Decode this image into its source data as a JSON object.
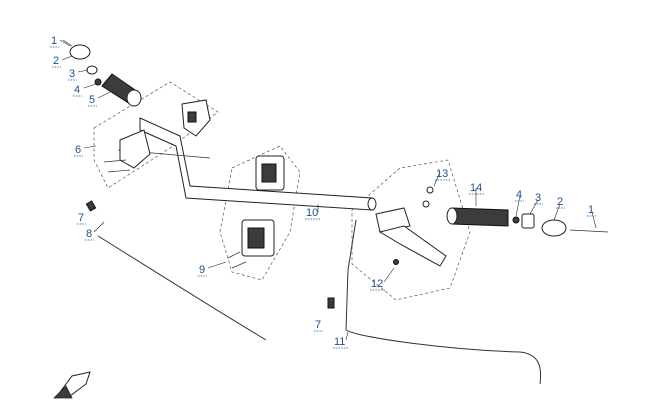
{
  "colors": {
    "callout": "#1f4f8f",
    "line": "#222222",
    "background": "#ffffff"
  },
  "callouts": [
    {
      "id": "c-left-1",
      "text": "1"
    },
    {
      "id": "c-left-2",
      "text": "2"
    },
    {
      "id": "c-left-3",
      "text": "3"
    },
    {
      "id": "c-left-4",
      "text": "4"
    },
    {
      "id": "c-left-5",
      "text": "5"
    },
    {
      "id": "c-left-6",
      "text": "6"
    },
    {
      "id": "c-left-7",
      "text": "7"
    },
    {
      "id": "c-left-8",
      "text": "8"
    },
    {
      "id": "c-9",
      "text": "9"
    },
    {
      "id": "c-10",
      "text": "10"
    },
    {
      "id": "c-11",
      "text": "11"
    },
    {
      "id": "c-12",
      "text": "12"
    },
    {
      "id": "c-13",
      "text": "13"
    },
    {
      "id": "c-14",
      "text": "14"
    },
    {
      "id": "c-right-4",
      "text": "4"
    },
    {
      "id": "c-right-3",
      "text": "3"
    },
    {
      "id": "c-right-2",
      "text": "2"
    },
    {
      "id": "c-right-1",
      "text": "1"
    },
    {
      "id": "c-mid-7",
      "text": "7"
    }
  ],
  "orientation_icon": "front-direction-arrow-icon"
}
